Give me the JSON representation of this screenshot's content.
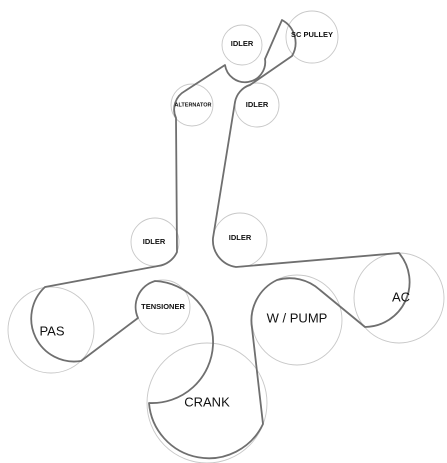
{
  "pulleys": {
    "idler_top": "IDLER",
    "sc_pulley": "SC PULLEY",
    "alternator": "ALTERNATOR",
    "idler_mid": "IDLER",
    "idler_left": "IDLER",
    "idler_right": "IDLER",
    "pas": "PAS",
    "tensioner": "TENSIONER",
    "w_pump": "W / PUMP",
    "ac": "AC",
    "crank": "CRANK"
  }
}
